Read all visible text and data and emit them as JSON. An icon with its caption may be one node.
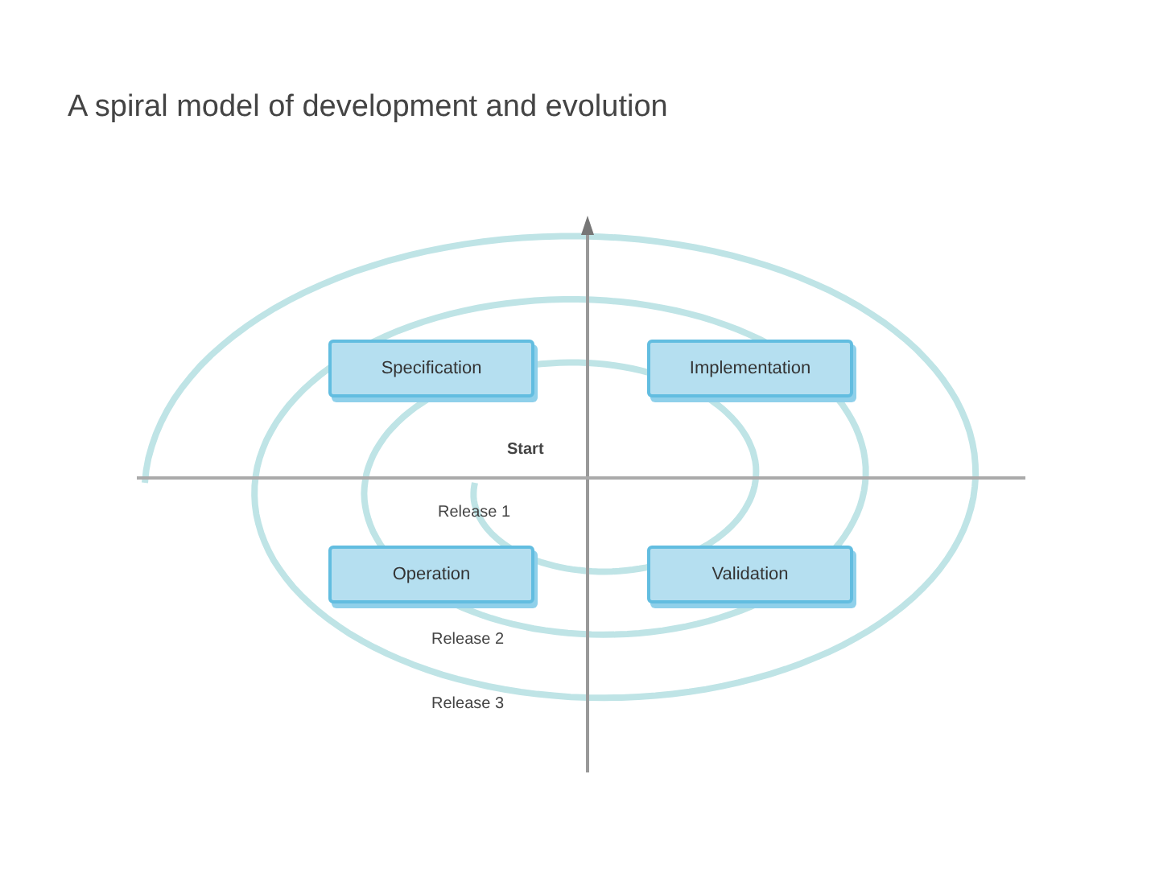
{
  "diagram": {
    "title": "A spiral model of development and evolution",
    "nodes": [
      {
        "text": [
          "Specification"
        ]
      },
      {
        "text": [
          "Implementation"
        ]
      },
      {
        "text": [
          "Operation"
        ]
      },
      {
        "text": [
          "Validation"
        ]
      }
    ],
    "labels": [
      "Start",
      "Release 1",
      "Release 2",
      "Release 3"
    ]
  }
}
